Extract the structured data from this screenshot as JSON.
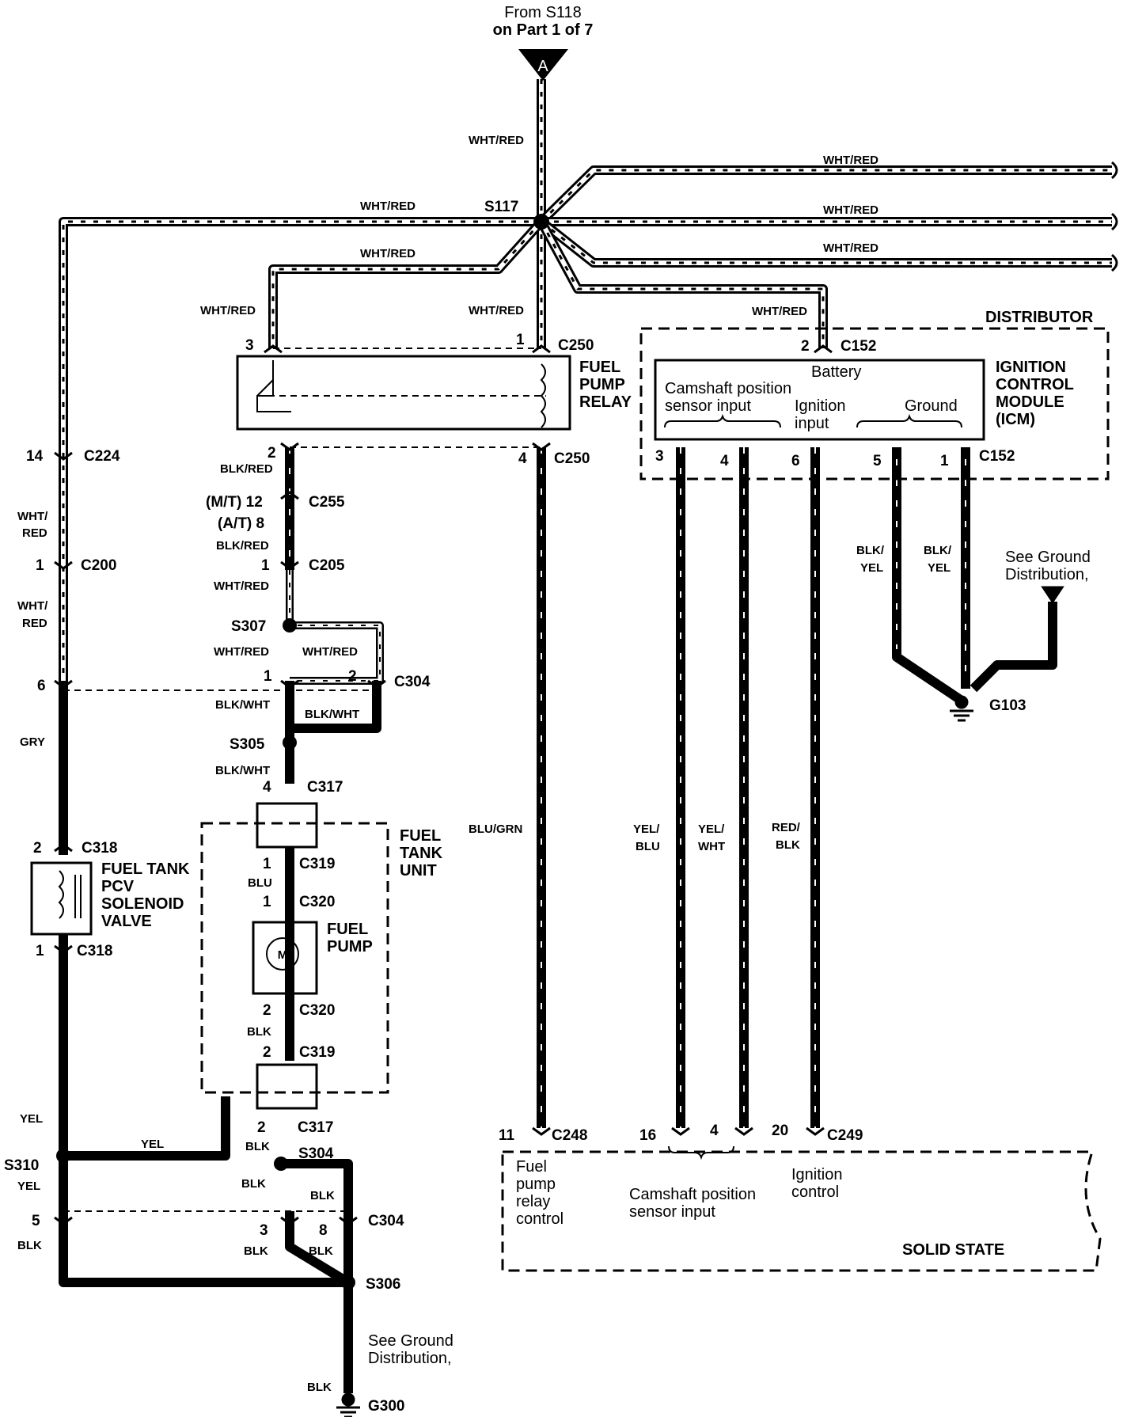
{
  "header": {
    "from_line1": "From S118",
    "from_line2": "on Part 1 of 7",
    "terminal": "A"
  },
  "splices": {
    "s117": "S117",
    "s307": "S307",
    "s305": "S305",
    "s310": "S310",
    "s304": "S304",
    "s306": "S306"
  },
  "connectors": {
    "c250_top": "C250",
    "c250_bot": "C250",
    "c152_top": "C152",
    "c152_bot": "C152",
    "c224": "C224",
    "c200": "C200",
    "c255": "C255",
    "c205": "C205",
    "c304_top": "C304",
    "c317_top": "C317",
    "c318_top": "C318",
    "c319_top": "C319",
    "c320_top": "C320",
    "c318_bot": "C318",
    "c320_bot": "C320",
    "c319_bot": "C319",
    "c317_bot": "C317",
    "c248": "C248",
    "c249": "C249",
    "c304_bot": "C304"
  },
  "pins": {
    "relay_3": "3",
    "relay_1": "1",
    "relay_2": "2",
    "relay_4": "4",
    "c152_2": "2",
    "c152_3": "3",
    "c152_4": "4",
    "c152_6": "6",
    "c152_5": "5",
    "c152_1": "1",
    "c224_14": "14",
    "c200_1": "1",
    "c304_6": "6",
    "c318_2": "2",
    "c318_1": "1",
    "c255_mt": "(M/T) 12",
    "c255_at": "(A/T) 8",
    "c205_1": "1",
    "c304_1": "1",
    "c304_2": "2",
    "c317_4": "4",
    "c319_1": "1",
    "c320_1": "1",
    "c320_2": "2",
    "c319_2": "2",
    "c317_2": "2",
    "c304_5": "5",
    "c304_3": "3",
    "c304_8": "8",
    "c248_11": "11",
    "c249_16": "16",
    "c249_4": "4",
    "c249_20": "20"
  },
  "wires": {
    "wht_red": "WHT/RED",
    "wht": "WHT/",
    "red": "RED",
    "blk_red": "BLK/RED",
    "blk_wht": "BLK/WHT",
    "gry": "GRY",
    "blu": "BLU",
    "blk": "BLK",
    "yel": "YEL",
    "blu_grn": "BLU/GRN",
    "yel_blu_1": "YEL/",
    "yel_blu_2": "BLU",
    "yel_wht_1": "YEL/",
    "yel_wht_2": "WHT",
    "red_blk_1": "RED/",
    "red_blk_2": "BLK",
    "blk_yel_1": "BLK/",
    "blk_yel_2": "YEL"
  },
  "components": {
    "fuel_pump_relay": [
      "FUEL",
      "PUMP",
      "RELAY"
    ],
    "distributor": "DISTRIBUTOR",
    "icm": [
      "IGNITION",
      "CONTROL",
      "MODULE",
      "(ICM)"
    ],
    "icm_battery": "Battery",
    "icm_cam": [
      "Camshaft position",
      "sensor input"
    ],
    "icm_ign": [
      "Ignition",
      "input"
    ],
    "icm_ground": "Ground",
    "fuel_tank_unit": [
      "FUEL",
      "TANK",
      "UNIT"
    ],
    "pcv_valve": [
      "FUEL TANK",
      "PCV",
      "SOLENOID",
      "VALVE"
    ],
    "fuel_pump": [
      "FUEL",
      "PUMP"
    ],
    "motor": "M",
    "solid_state": "SOLID STATE",
    "ss_fuel_pump": [
      "Fuel",
      "pump",
      "relay",
      "control"
    ],
    "ss_cam": [
      "Camshaft position",
      "sensor input"
    ],
    "ss_ign": [
      "Ignition",
      "control"
    ]
  },
  "grounds": {
    "g103": "G103",
    "g300": "G300",
    "see_ground_1": "See Ground",
    "see_ground_2": "Distribution,"
  }
}
